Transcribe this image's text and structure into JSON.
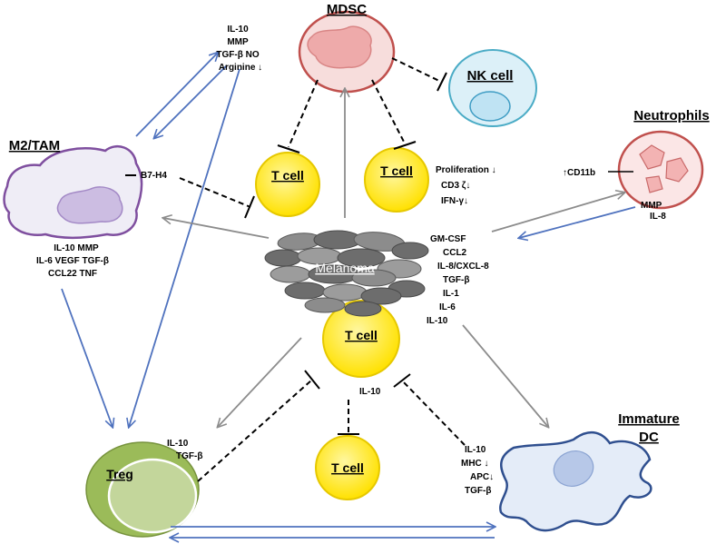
{
  "nodes": {
    "mdsc": "MDSC",
    "nk_cell": "NK cell",
    "neutrophils": "Neutrophils",
    "m2_tam": "M2/TAM",
    "melanoma": "Melanoma",
    "t_cell_left": "T cell",
    "t_cell_right": "T cell",
    "t_cell_center": "T cell",
    "t_cell_bottom": "T cell",
    "treg": "Treg",
    "immature_dc_line1": "Immature",
    "immature_dc_line2": "DC"
  },
  "labels": {
    "mdsc_factors": [
      "IL-10",
      "MMP",
      "TGF-β   NO",
      "Arginine ↓"
    ],
    "tcell_effects": [
      "Proliferation ↓",
      "CD3 ζ↓",
      "IFN-γ↓"
    ],
    "neutrophil_marker": "↑CD11b",
    "neutrophil_factors": [
      "MMP",
      "IL-8"
    ],
    "m2_marker": "B7-H4",
    "m2_factors": [
      "IL-10  MMP",
      "IL-6  VEGF  TGF-β",
      "CCL22   TNF"
    ],
    "melanoma_factors": [
      "GM-CSF",
      "CCL2",
      "IL-8/CXCL-8",
      "TGF-β",
      "IL-1",
      "IL-6",
      "IL-10"
    ],
    "tcell_center_factor": "IL-10",
    "treg_factors": [
      "IL-10",
      "TGF-β"
    ],
    "dc_factors": [
      "IL-10",
      "MHC ↓",
      "APC↓",
      "TGF-β"
    ]
  },
  "colors": {
    "blue_arrow": "#4f72be",
    "gray_arrow": "#8c8c8c",
    "inhibition": "#000000",
    "tcell_fill": "#ffe600",
    "tcell_ring": "#e6c800",
    "mdsc_border": "#c0504d",
    "mdsc_fill": "#f7dddc",
    "nk_border": "#4bacc6",
    "nk_fill": "#dcf0f8",
    "neutrophil_border": "#c0504d",
    "m2_border": "#7f4f9f",
    "m2_fill": "#efedf6",
    "treg_fill": "#9bbb59",
    "dc_border": "#2f4f8f",
    "dc_fill": "#e4ecf8",
    "melanoma_dark": "#6d6d6d",
    "melanoma_light": "#9c9c9c"
  }
}
